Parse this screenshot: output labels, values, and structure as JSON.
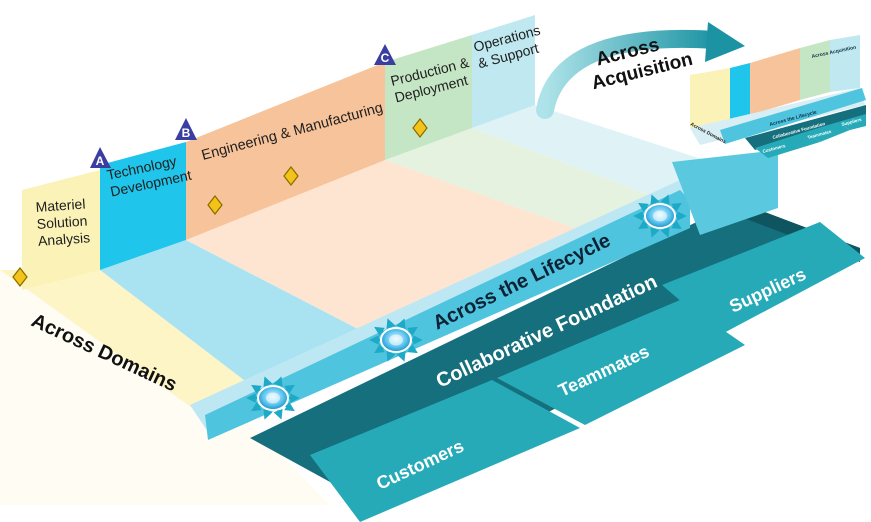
{
  "phases": [
    {
      "label_lines": [
        "Materiel",
        "Solution",
        "Analysis"
      ],
      "color": "#fbf2b8"
    },
    {
      "label_lines": [
        "Technology",
        "Development"
      ],
      "color": "#1fc5ea"
    },
    {
      "label_lines": [
        "Engineering & Manufacturing"
      ],
      "color": "#f7c39a"
    },
    {
      "label_lines": [
        "Production &",
        "Deployment"
      ],
      "color": "#c5e6c4"
    },
    {
      "label_lines": [
        "Operations",
        "& Support"
      ],
      "color": "#bfe8f0"
    }
  ],
  "milestones": [
    "A",
    "B",
    "C"
  ],
  "labels": {
    "across_domains": "Across Domains",
    "across_lifecycle": "Across the Lifecycle",
    "across_acquisition_line1": "Across",
    "across_acquisition_line2": "Acquisition",
    "collaborative_foundation": "Collaborative Foundation",
    "customers": "Customers",
    "teammates": "Teammates",
    "suppliers": "Suppliers"
  },
  "thumbnail": {
    "across_lifecycle": "Across the Lifecycle",
    "collaborative_foundation": "Collaborative Foundation",
    "customers": "Customers",
    "teammates": "Teammates",
    "suppliers": "Suppliers",
    "across_domains": "Across Domains",
    "across_acquisition": "Across Acquisition"
  },
  "colors": {
    "foundation_dark": "#156f7c",
    "tile": "#26aab8",
    "lifecycle_band": "#4fc4de",
    "milestone": "#3a3ea0",
    "diamond": "#f2c418"
  }
}
